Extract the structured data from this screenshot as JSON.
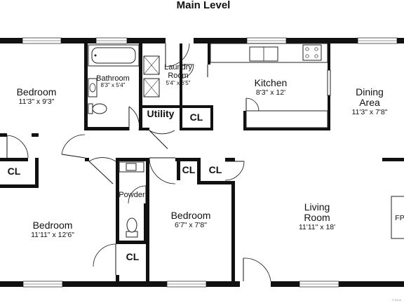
{
  "title": "Main Level",
  "rooms": {
    "bedroom1": {
      "name": "Bedroom",
      "dims": "11'3\" x 9'3\""
    },
    "bathroom": {
      "name": "Bathroom",
      "dims": "8'3\" x 5'4\""
    },
    "laundry": {
      "name_line1": "Laundry",
      "name_line2": "Room",
      "dims": "5'4\" x 6'5\""
    },
    "kitchen": {
      "name": "Kitchen",
      "dims": "8'3\" x 12'"
    },
    "dining": {
      "name_line1": "Dining",
      "name_line2": "Area",
      "dims": "11'3\" x 7'8\""
    },
    "utility": {
      "name": "Utility"
    },
    "cl_utility": {
      "name": "CL"
    },
    "cl_left": {
      "name": "CL"
    },
    "powder": {
      "name": "Powder"
    },
    "bedroom2": {
      "name": "Bedroom",
      "dims": "11'11\" x 12'6\""
    },
    "cl_bottom": {
      "name": "CL"
    },
    "bedroom3": {
      "name": "Bedroom",
      "dims": "6'7\" x 7'8\""
    },
    "cl_bed3a": {
      "name": "CL"
    },
    "cl_bed3b": {
      "name": "CL"
    },
    "living": {
      "name_line1": "Living",
      "name_line2": "Room",
      "dims": "11'11\" x 18'"
    },
    "fireplace": {
      "name": "FP"
    }
  },
  "watermark": "© Ekoa"
}
